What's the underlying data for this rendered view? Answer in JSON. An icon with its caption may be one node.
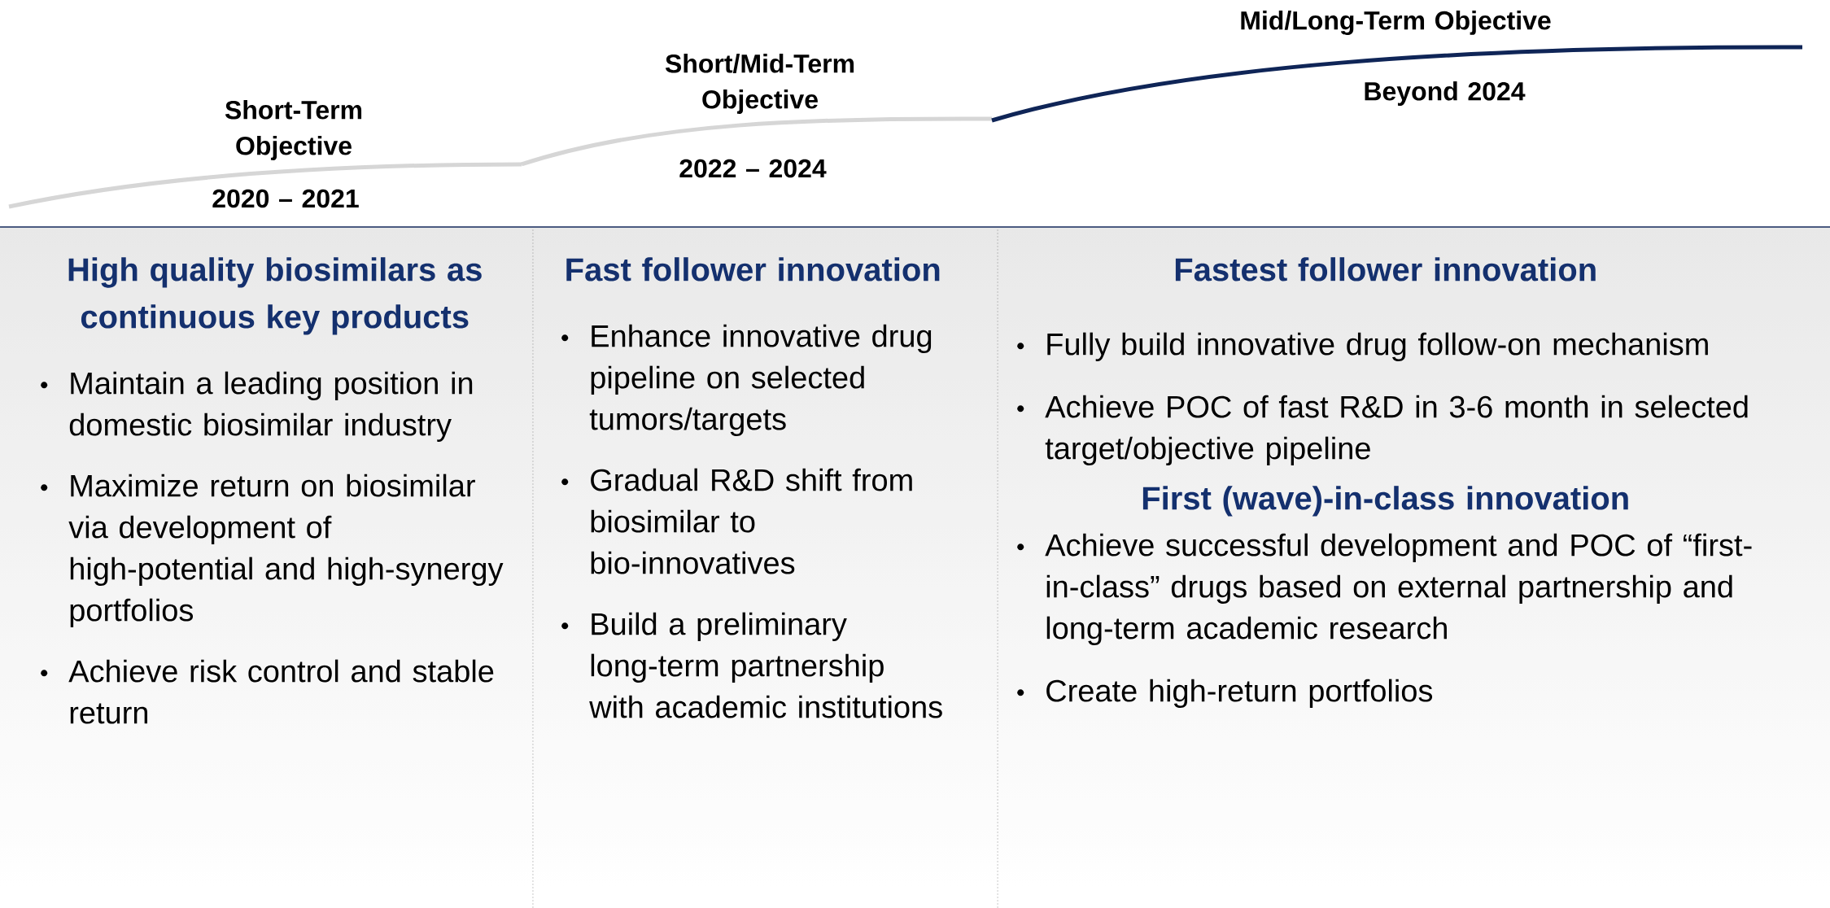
{
  "diagram": {
    "nodes": [
      {
        "text": [
          "High quality biosimilars as continuous key products",
          "Maintain a leading position in domestic biosimilar industry",
          "Maximize return on biosimilar via development of high-potential and high-synergy portfolios",
          "Achieve risk control and stable return"
        ]
      },
      {
        "text": [
          "Fast follower innovation",
          "Enhance innovative drug pipeline on selected tumors/targets",
          "Gradual R&D shift from biosimilar to bio-innovatives",
          "Build a preliminary long-term partnership with academic institutions"
        ]
      },
      {
        "text": [
          "Fastest follower innovation",
          "Fully build innovative drug follow-on mechanism",
          "Achieve POC of fast R&D in 3-6 month in selected target/objective pipeline",
          "First (wave)-in-class innovation",
          "Achieve successful development and POC of “first-in-class” drugs based on external partnership and long-term academic research",
          "Create high-return portfolios"
        ]
      }
    ],
    "labels": [
      "Mid/Long-Term Objective",
      "Short/Mid-Term Objective",
      "Beyond 2024",
      "Short-Term Objective",
      "2022 – 2024",
      "2020 – 2021"
    ]
  }
}
